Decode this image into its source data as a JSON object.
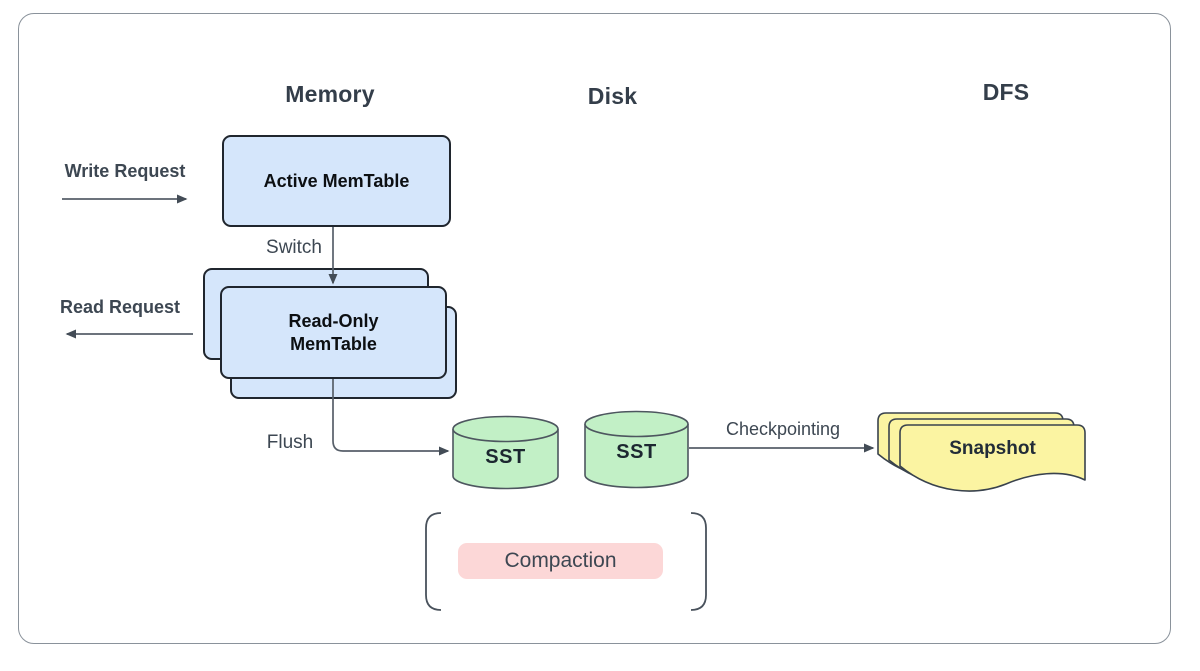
{
  "headers": {
    "memory": "Memory",
    "disk": "Disk",
    "dfs": "DFS"
  },
  "nodes": {
    "active_memtable": {
      "label": "Active MemTable"
    },
    "readonly_memtable": {
      "label": "Read-Only MemTable",
      "line1": "Read-Only",
      "line2": "MemTable"
    },
    "sst_left": {
      "label": "SST"
    },
    "sst_right": {
      "label": "SST"
    },
    "snapshot": {
      "label": "Snapshot"
    },
    "compaction": {
      "label": "Compaction"
    }
  },
  "edges": {
    "write_request": "Write Request",
    "read_request": "Read Request",
    "switch": "Switch",
    "flush": "Flush",
    "checkpointing": "Checkpointing"
  },
  "colors": {
    "memtable_fill": "#d5e6fb",
    "memtable_border": "#20262e",
    "sst_fill": "#c2f0c6",
    "sst_border": "#4d565f",
    "snapshot_fill": "#fbf4a2",
    "snapshot_border": "#39424d",
    "compaction_fill": "#fcd7d7",
    "arrow": "#575f69",
    "arrowhead": "#434c56",
    "bracket": "#49525c",
    "heading_text": "#343e4a",
    "label_text": "#3d4752",
    "frame_border": "#8a929b"
  }
}
